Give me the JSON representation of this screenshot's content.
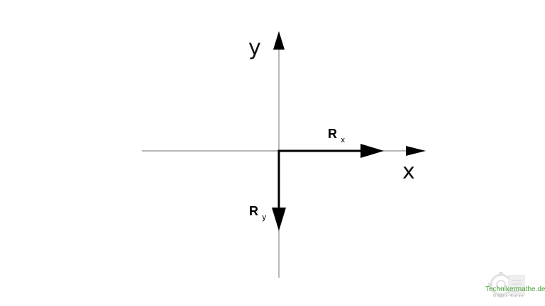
{
  "diagram": {
    "axes": {
      "x_label": "x",
      "y_label": "y"
    },
    "vectors": {
      "rx": {
        "base": "R",
        "subscript": "x"
      },
      "ry": {
        "base": "R",
        "subscript": "y"
      }
    }
  },
  "watermark": {
    "site": "Technikermathe.de",
    "tagline": "Online-Kurse"
  },
  "colors": {
    "axis": "#8a8a8a",
    "vector": "#000000",
    "watermark": "#4aa33a"
  }
}
